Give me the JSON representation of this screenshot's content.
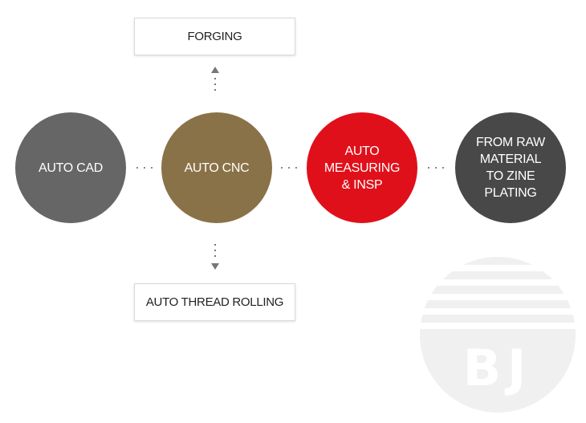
{
  "top_box": {
    "label": "FORGING"
  },
  "bottom_box": {
    "label": "AUTO THREAD ROLLING"
  },
  "steps": [
    {
      "label": "AUTO CAD",
      "color": "#666666"
    },
    {
      "label": "AUTO CNC",
      "color": "#8a7248"
    },
    {
      "label": "AUTO\nMEASURING\n& INSP",
      "color": "#e0101a"
    },
    {
      "label": "FROM RAW\nMATERIAL\nTO ZINE\nPLATING",
      "color": "#484848"
    }
  ],
  "watermark": {
    "text": "BJ"
  }
}
